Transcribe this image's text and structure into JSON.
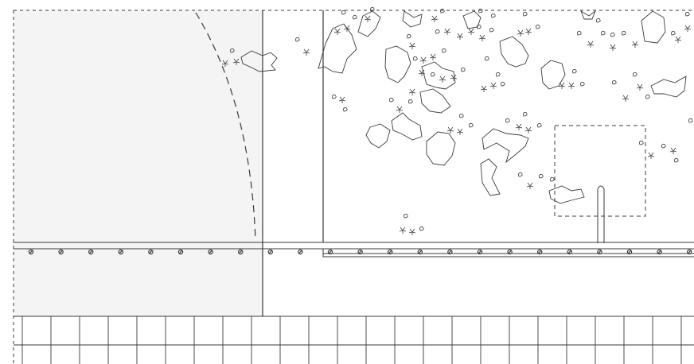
{
  "drawing": {
    "type": "architectural site plan",
    "palette": {
      "line": "#3a3a3a",
      "shaded_zone": "#f4f4f4",
      "background": "#ffffff"
    },
    "elements": {
      "left_zone": {
        "fill": "shaded",
        "has_dashed_arc": true
      },
      "right_zone": {
        "has_plants": true,
        "has_rocks": true
      },
      "detail_box": {
        "style": "dashed"
      },
      "boundary": {
        "style": "dashed"
      },
      "paving_grid": {
        "present": true
      },
      "rail": {
        "present": true,
        "bolt_icon": "circle-with-slash"
      },
      "pole": {
        "present": true
      }
    }
  }
}
